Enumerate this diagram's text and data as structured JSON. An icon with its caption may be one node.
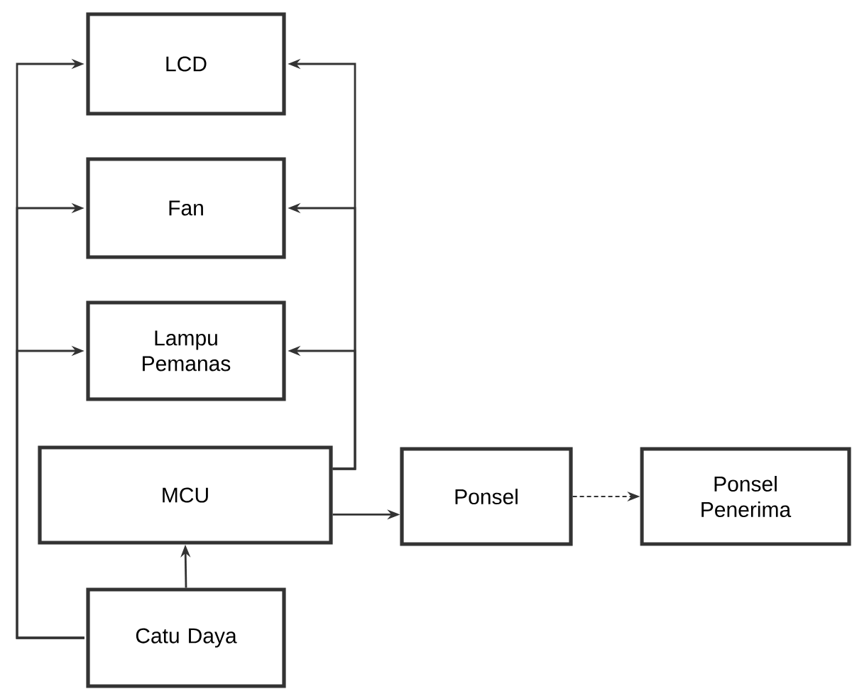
{
  "diagram": {
    "nodes": [
      {
        "text": [
          "LCD"
        ]
      },
      {
        "text": [
          "Fan"
        ]
      },
      {
        "text": [
          "Lampu Pemanas"
        ]
      },
      {
        "text": [
          "MCU"
        ]
      },
      {
        "text": [
          "Ponsel"
        ]
      },
      {
        "text": [
          "Ponsel Penerima"
        ]
      },
      {
        "text": [
          "Catu Daya"
        ]
      }
    ],
    "edges": [
      {
        "from": 6,
        "to": 0,
        "arrow": "to"
      },
      {
        "from": 6,
        "to": 1,
        "arrow": "to"
      },
      {
        "from": 6,
        "to": 2,
        "arrow": "to"
      },
      {
        "from": 3,
        "to": 0,
        "arrow": "to"
      },
      {
        "from": 3,
        "to": 1,
        "arrow": "to"
      },
      {
        "from": 3,
        "to": 2,
        "arrow": "to"
      },
      {
        "from": 6,
        "to": 3,
        "arrow": "to"
      },
      {
        "from": 3,
        "to": 4,
        "arrow": "to"
      },
      {
        "from": 4,
        "to": 5,
        "arrow": "to",
        "style": "dashed"
      }
    ]
  }
}
